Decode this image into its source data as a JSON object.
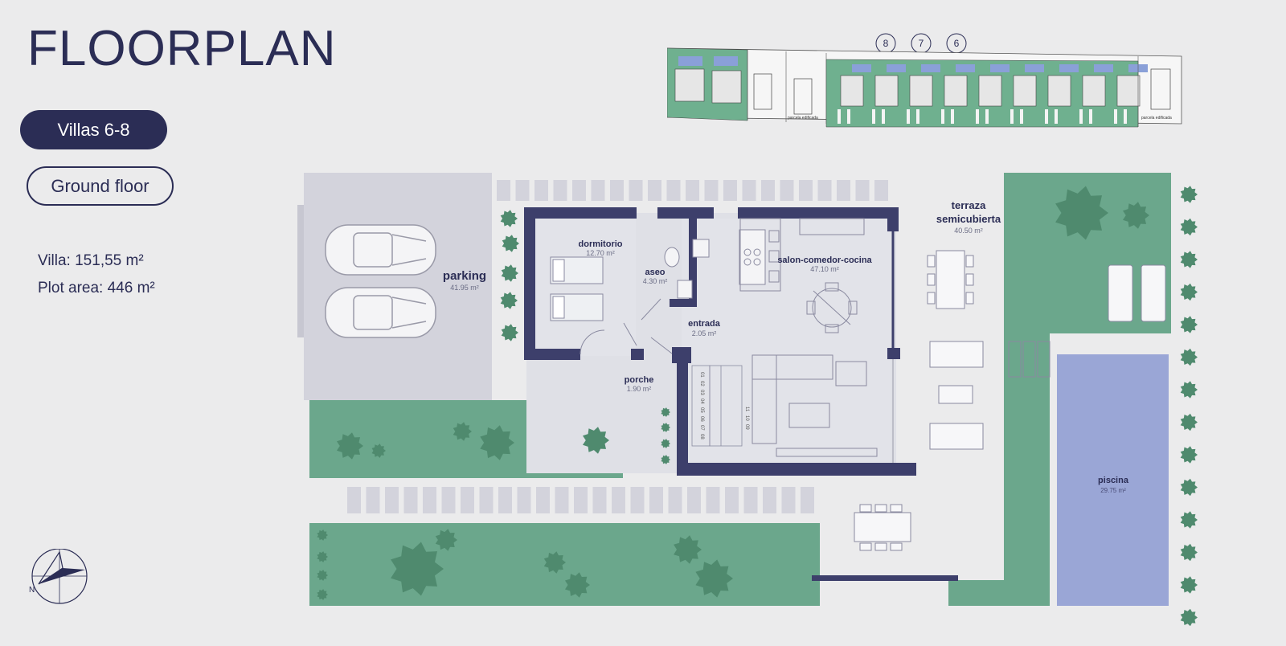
{
  "header": {
    "title": "FLOORPLAN",
    "villa_button": "Villas 6-8",
    "floor_button": "Ground floor"
  },
  "stats": {
    "villa": "Villa: 151,55 m²",
    "plot": "Plot area: 446 m²"
  },
  "compass": {
    "north_label": "N"
  },
  "site_map": {
    "markers": [
      "8",
      "7",
      "6"
    ],
    "labels": [
      "parcela edificada",
      "parcela edificada"
    ]
  },
  "rooms": {
    "parking": {
      "name": "parking",
      "area": "41.95 m²"
    },
    "dormitorio": {
      "name": "dormitorio",
      "area": "12.70 m²"
    },
    "aseo": {
      "name": "aseo",
      "area": "4.30 m²"
    },
    "salon": {
      "name": "salon-comedor-cocina",
      "area": "47.10 m²"
    },
    "entrada": {
      "name": "entrada",
      "area": "2.05 m²"
    },
    "porche": {
      "name": "porche",
      "area": "1.90 m²"
    },
    "terraza": {
      "name_line1": "terraza",
      "name_line2": "semicubierta",
      "area": "40.50 m²"
    },
    "piscina": {
      "name": "piscina",
      "area": "29.75 m²"
    }
  },
  "stairs": {
    "steps_left": [
      "01",
      "02",
      "03",
      "04",
      "05",
      "06",
      "07",
      "08"
    ],
    "steps_right": [
      "11",
      "10",
      "09"
    ]
  },
  "colors": {
    "navy": "#2b2d55",
    "wall": "#3d3f6b",
    "garden": "#6ba78c",
    "pool": "#9aa6d6",
    "parking": "#d3d3dc",
    "interior": "#dfe0e6"
  }
}
